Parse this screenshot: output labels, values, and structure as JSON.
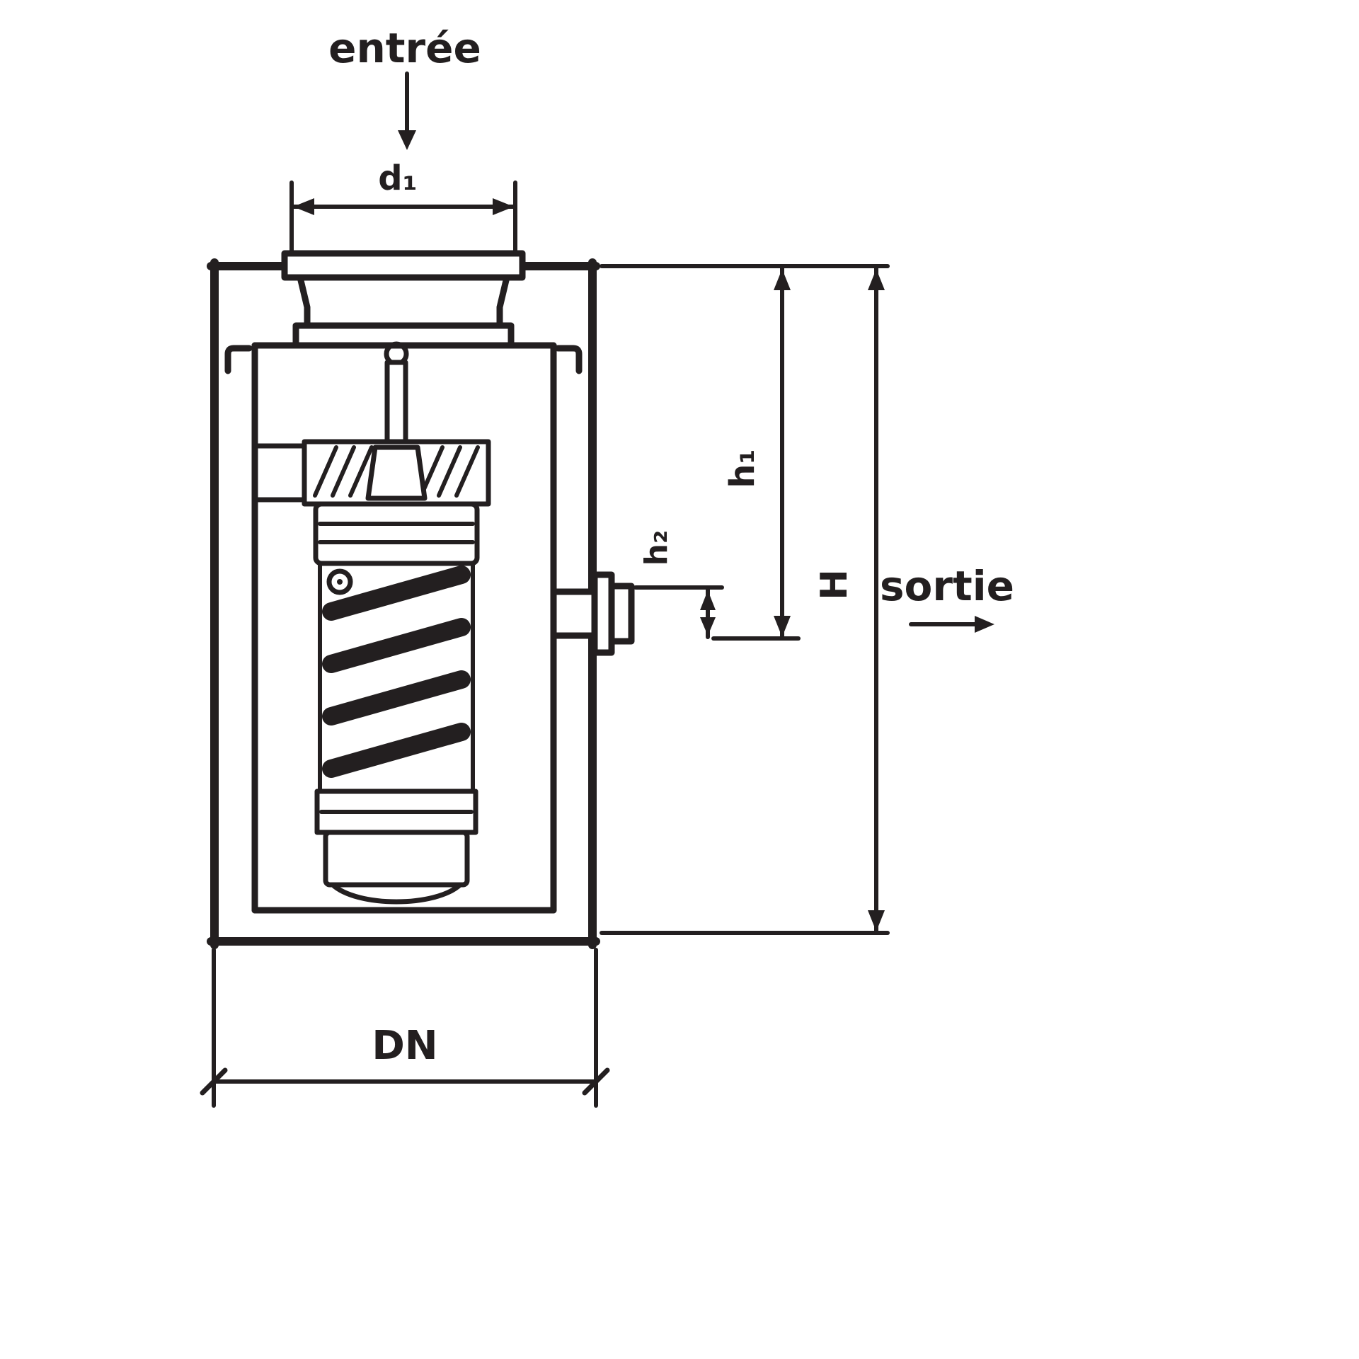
{
  "drawing": {
    "type": "technical-dimension-diagram",
    "labels": {
      "inlet": "entrée",
      "inlet_diameter": "d₁",
      "height_inlet": "h₁",
      "height_outlet": "h₂",
      "height_total": "H",
      "outlet": "sortie",
      "nominal_diameter": "DN"
    },
    "icons": {
      "inlet_flow": "arrow-down-icon",
      "outlet_flow": "arrow-right-icon"
    },
    "colors": {
      "line": "#231f20",
      "background": "#ffffff"
    }
  }
}
